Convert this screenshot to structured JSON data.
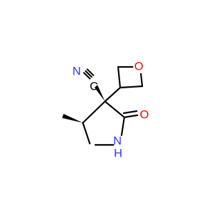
{
  "atoms": {
    "nitrogen_nitrile": {
      "label": "N",
      "color": "#3333ff"
    },
    "carbon_nitrile": {
      "label": "C",
      "color": "#000000"
    },
    "oxygen_oxetane": {
      "label": "O",
      "color": "#ff0000"
    },
    "oxygen_carbonyl": {
      "label": "O",
      "color": "#ff0000"
    },
    "nitrogen_amide": {
      "label": "N",
      "color": "#3333ff"
    },
    "hydrogen_amide": {
      "label": "H",
      "color": "#3333ff"
    }
  },
  "bond_color": "#000000"
}
